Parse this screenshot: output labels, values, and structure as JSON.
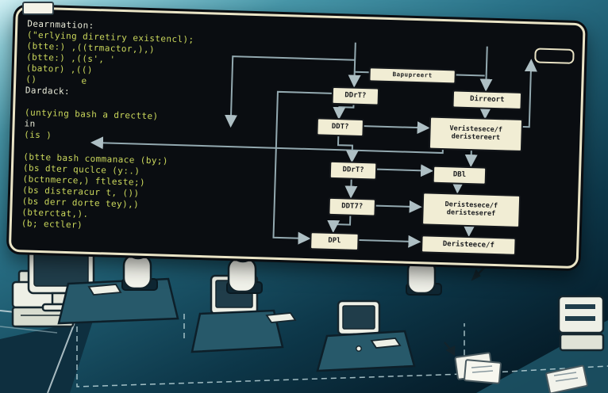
{
  "screen": {
    "code": {
      "lines": [
        "Dearnmation:",
        "(\"erlying diretiry existencl);",
        "(btte:) ,((trmactor,),)",
        "(btte:) ,((s', '",
        "(bator) ,(()",
        "()        e",
        "Dardack:",
        "",
        "(untying bash a drectte)",
        "in",
        "(is )",
        "",
        "(btte bash commanace (by;)",
        "(bs dter quclce (y:.)",
        "(bctnmerce,) ftleste;)",
        "(bs disteracur t, ())",
        "(bs derr dorte tey),)",
        "(bterctat,).",
        "(b; ectler)"
      ]
    },
    "flowchart": {
      "boxes": [
        {
          "label": "Bapupreert"
        },
        {
          "label": "DDrT?"
        },
        {
          "label": "Dirreort"
        },
        {
          "label": "DDT?"
        },
        {
          "line1": "Veristesece/f",
          "line2": "deristereert"
        },
        {
          "label": "DDrT?"
        },
        {
          "label": "DBl"
        },
        {
          "label": "DDT7?"
        },
        {
          "line1": "Deristesece/f",
          "line2": "deristeseref"
        },
        {
          "label": "DPl"
        },
        {
          "label": "Deristeece/f"
        }
      ]
    }
  },
  "colors": {
    "screen_bg": "#0a0d11",
    "screen_border": "#eae4c6",
    "code_yellow": "#ccd95c",
    "code_white": "#e9ebd9",
    "box_bg": "#f1edd4",
    "arrow_line": "#93a9b0",
    "background_teal": "#2a7288"
  }
}
